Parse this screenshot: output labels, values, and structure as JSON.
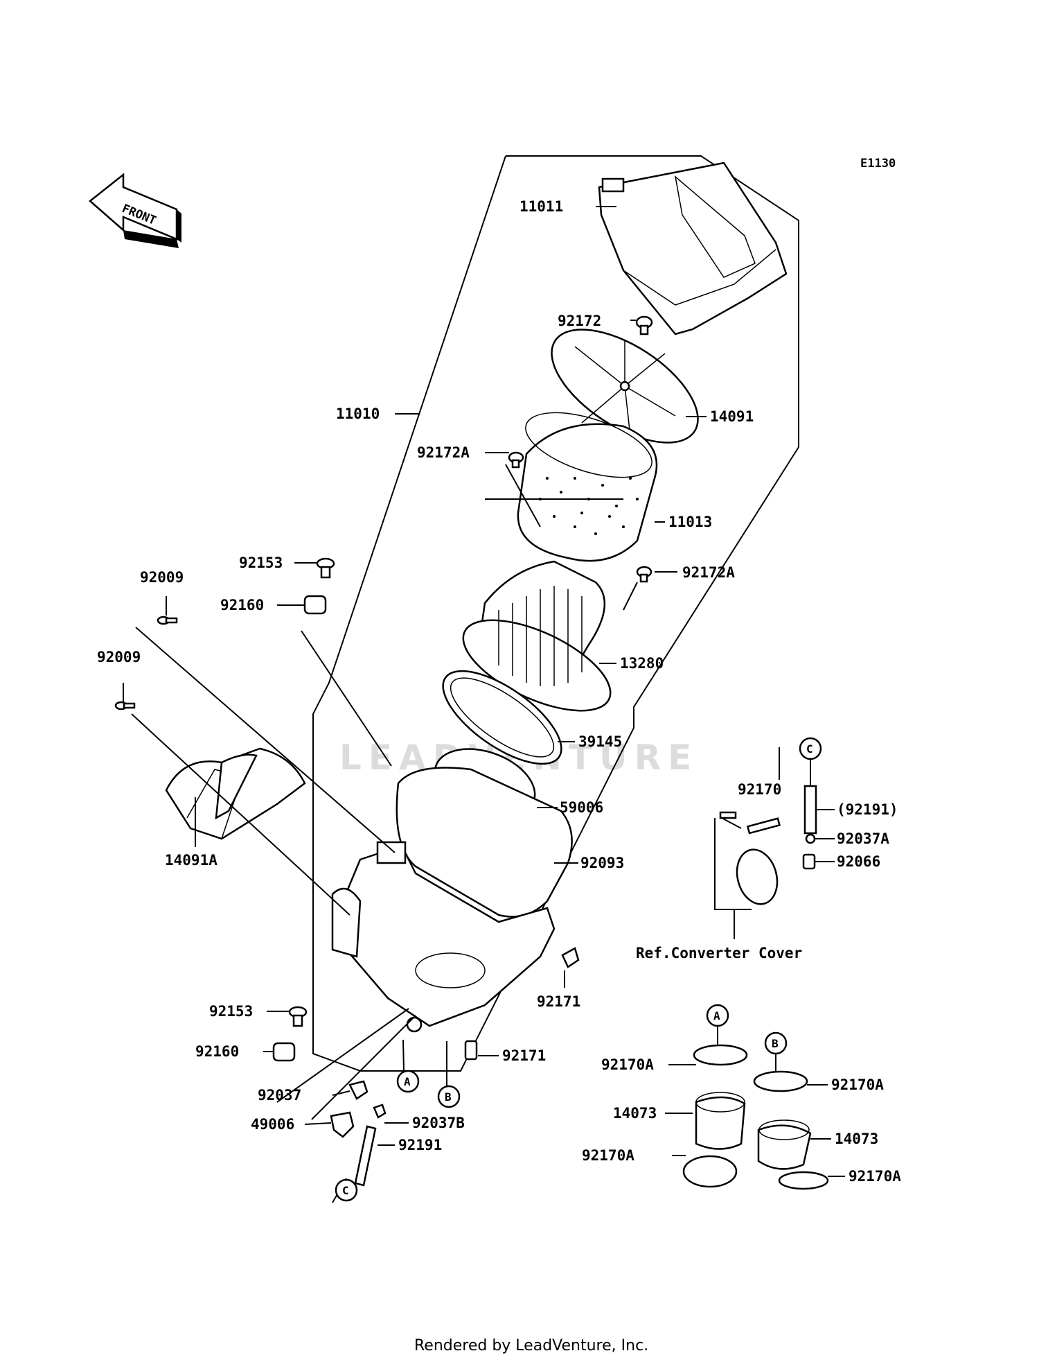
{
  "diagram": {
    "code": "E1130",
    "front_label": "FRONT",
    "watermark": "LEADVENTURE",
    "footer": "Rendered by LeadVenture, Inc.",
    "ref_note": "Ref.Converter Cover",
    "connectors": [
      "A",
      "B",
      "C"
    ],
    "parts": [
      {
        "id": "p1",
        "label": "11011"
      },
      {
        "id": "p2",
        "label": "92172"
      },
      {
        "id": "p3",
        "label": "11010"
      },
      {
        "id": "p4",
        "label": "14091"
      },
      {
        "id": "p5",
        "label": "92172A"
      },
      {
        "id": "p6",
        "label": "11013"
      },
      {
        "id": "p7",
        "label": "92153"
      },
      {
        "id": "p8",
        "label": "92172A"
      },
      {
        "id": "p9",
        "label": "92009"
      },
      {
        "id": "p10",
        "label": "92160"
      },
      {
        "id": "p11",
        "label": "92009"
      },
      {
        "id": "p12",
        "label": "13280"
      },
      {
        "id": "p13",
        "label": "39145"
      },
      {
        "id": "p14",
        "label": "92170"
      },
      {
        "id": "p15",
        "label": "59006"
      },
      {
        "id": "p16",
        "label": "(92191)"
      },
      {
        "id": "p17",
        "label": "92037A"
      },
      {
        "id": "p18",
        "label": "14091A"
      },
      {
        "id": "p19",
        "label": "92093"
      },
      {
        "id": "p20",
        "label": "92066"
      },
      {
        "id": "p21",
        "label": "92171"
      },
      {
        "id": "p22",
        "label": "92153"
      },
      {
        "id": "p23",
        "label": "92160"
      },
      {
        "id": "p24",
        "label": "92171"
      },
      {
        "id": "p25",
        "label": "92170A"
      },
      {
        "id": "p26",
        "label": "92170A"
      },
      {
        "id": "p27",
        "label": "92037"
      },
      {
        "id": "p28",
        "label": "14073"
      },
      {
        "id": "p29",
        "label": "49006"
      },
      {
        "id": "p30",
        "label": "92037B"
      },
      {
        "id": "p31",
        "label": "14073"
      },
      {
        "id": "p32",
        "label": "92191"
      },
      {
        "id": "p33",
        "label": "92170A"
      },
      {
        "id": "p34",
        "label": "92170A"
      }
    ]
  }
}
